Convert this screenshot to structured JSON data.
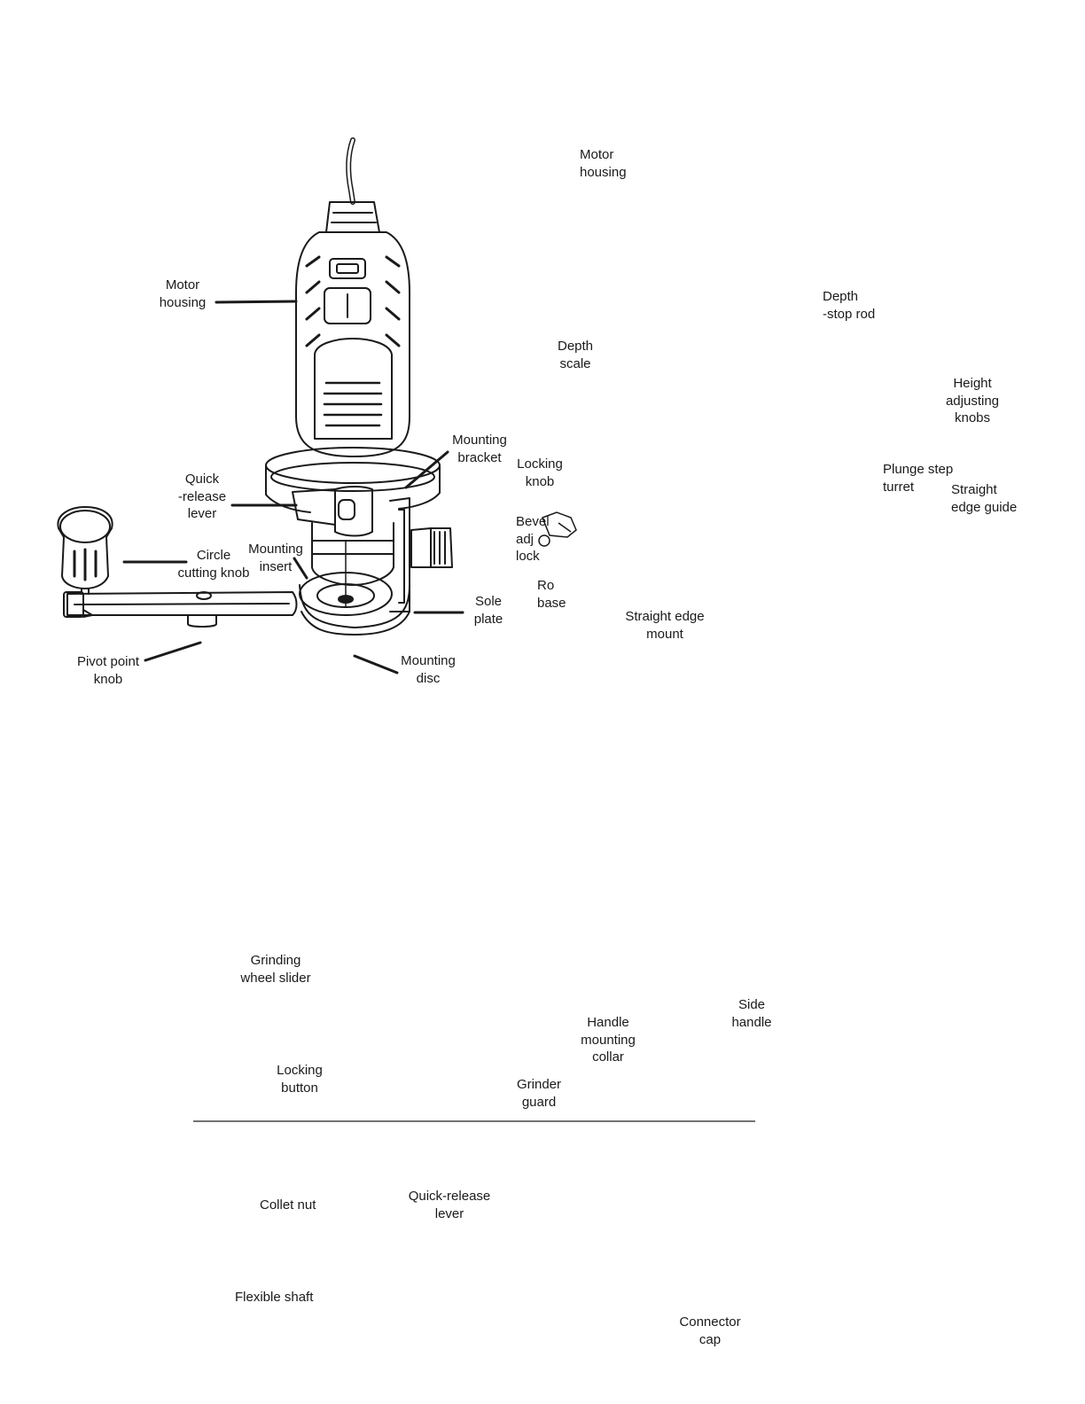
{
  "diagram": {
    "colors": {
      "ink": "#1a1a1a",
      "paper": "#ffffff",
      "shade": "#e8e8e8"
    },
    "upper_labels": {
      "motor_housing_left": "Motor\nhousing",
      "motor_housing_right": "Motor\nhousing",
      "depth_stop_rod": "Depth\n-stop rod",
      "depth_scale": "Depth\nscale",
      "height_adjusting_knobs": "Height\nadjusting\nknobs",
      "mounting_bracket": "Mounting\nbracket",
      "locking_knob": "Locking\nknob",
      "plunge_step_turret": "Plunge step\nturret",
      "straight_edge_guide": "Straight\nedge guide",
      "quick_release_lever": "Quick\n-release\nlever",
      "bevel_adjust_lock": "Bevel\nadj\nlock",
      "circle_cutting_knob": "Circle\ncutting knob",
      "mounting_insert": "Mounting\ninsert",
      "router_base": "Ro\nbase",
      "sole_plate": "Sole\nplate",
      "straight_edge_mount": "Straight edge\nmount",
      "pivot_point_knob": "Pivot point\nknob",
      "mounting_disc": "Mounting\ndisc"
    },
    "lower_labels": {
      "grinding_wheel_slider": "Grinding\nwheel slider",
      "handle_mounting_collar": "Handle\nmounting\ncollar",
      "side_handle": "Side\nhandle",
      "locking_button": "Locking\nbutton",
      "grinder_guard": "Grinder\nguard",
      "collet_nut": "Collet nut",
      "quick_release_lever": "Quick-release\nlever",
      "flexible_shaft": "Flexible shaft",
      "connector_cap": "Connector\ncap"
    }
  }
}
